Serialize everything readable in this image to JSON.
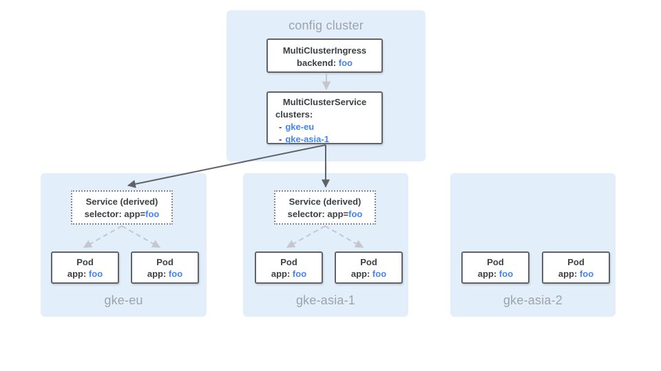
{
  "colors": {
    "panel_blue": "#E2EEFA",
    "box_border_gray": "#5F6368",
    "text_dark_gray": "#3C4043",
    "label_gray": "#9DA3A9",
    "value_blue": "#4285F4",
    "arrow_dark": "#5F6368",
    "arrow_light": "#C4C7CB"
  },
  "config_cluster": {
    "title": "config cluster",
    "ingress_box": {
      "title": "MultiClusterIngress",
      "backend_label": "backend:",
      "backend_value": "foo"
    },
    "service_box": {
      "title": "MultiClusterService",
      "clusters_label": "clusters:",
      "items": [
        {
          "prefix": "-",
          "name": "gke-eu"
        },
        {
          "prefix": "-",
          "name": "gke-asia-1"
        }
      ]
    }
  },
  "clusters": [
    {
      "name": "gke-eu",
      "service_box": {
        "title": "Service (derived)",
        "selector_label": "selector: app=",
        "selector_value": "foo"
      },
      "pods": [
        {
          "title": "Pod",
          "label": "app:",
          "value": "foo"
        },
        {
          "title": "Pod",
          "label": "app:",
          "value": "foo"
        }
      ]
    },
    {
      "name": "gke-asia-1",
      "service_box": {
        "title": "Service (derived)",
        "selector_label": "selector: app=",
        "selector_value": "foo"
      },
      "pods": [
        {
          "title": "Pod",
          "label": "app:",
          "value": "foo"
        },
        {
          "title": "Pod",
          "label": "app:",
          "value": "foo"
        }
      ]
    },
    {
      "name": "gke-asia-2",
      "pods": [
        {
          "title": "Pod",
          "label": "app:",
          "value": "foo"
        },
        {
          "title": "Pod",
          "label": "app:",
          "value": "foo"
        }
      ]
    }
  ],
  "edges": [
    {
      "from": "MultiClusterIngress",
      "to": "MultiClusterService",
      "style": "solid-light-gray"
    },
    {
      "from": "MultiClusterService",
      "to": "gke-eu/Service(derived)",
      "style": "solid-dark"
    },
    {
      "from": "MultiClusterService",
      "to": "gke-asia-1/Service(derived)",
      "style": "solid-dark"
    },
    {
      "from": "gke-eu/Service(derived)",
      "to": "gke-eu/Pod-1",
      "style": "dashed-gray"
    },
    {
      "from": "gke-eu/Service(derived)",
      "to": "gke-eu/Pod-2",
      "style": "dashed-gray"
    },
    {
      "from": "gke-asia-1/Service(derived)",
      "to": "gke-asia-1/Pod-1",
      "style": "dashed-gray"
    },
    {
      "from": "gke-asia-1/Service(derived)",
      "to": "gke-asia-1/Pod-2",
      "style": "dashed-gray"
    }
  ]
}
